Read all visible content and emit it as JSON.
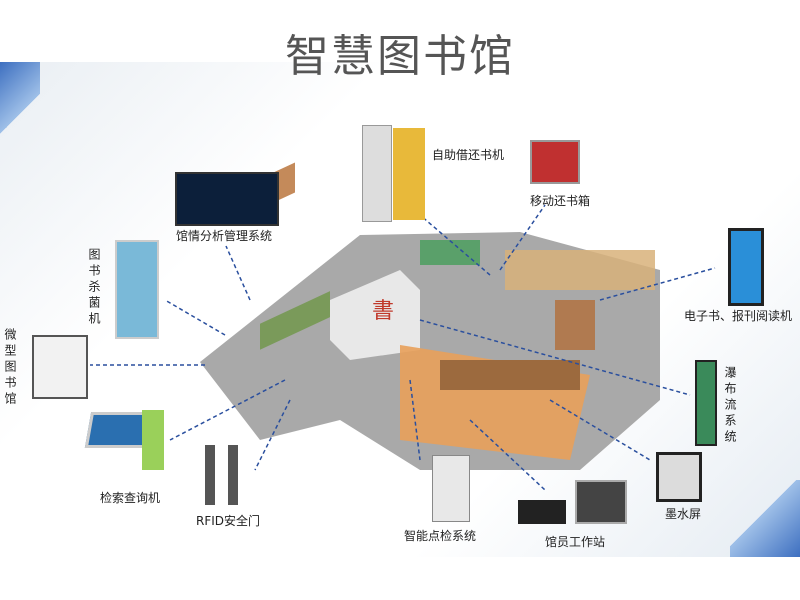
{
  "title": "智慧图书馆",
  "labels": {
    "self_service": "自助借还书机",
    "mobile_return": "移动还书箱",
    "analysis": "馆情分析管理系统",
    "sterilizer": "图书杀菌机",
    "micro_library": "微型图书馆",
    "ebook_reader": "电子书、报刊阅读机",
    "waterfall": "瀑布流系统",
    "search_kiosk": "检索查询机",
    "rfid_gate": "RFID安全门",
    "inventory": "智能点检系统",
    "staff_station": "馆员工作站",
    "eink": "墨水屏"
  },
  "colors": {
    "arrow": "#2a4f9e",
    "accent": "#2f6fd0"
  }
}
